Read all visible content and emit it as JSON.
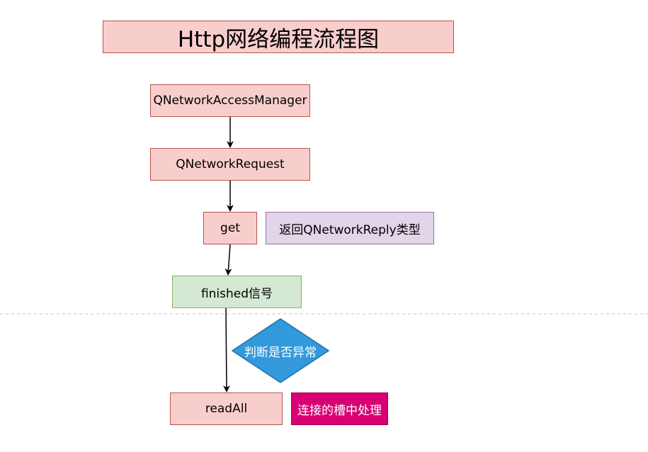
{
  "title": "Http网络编程流程图",
  "nodes": {
    "manager": "QNetworkAccessManager",
    "request": "QNetworkRequest",
    "get": "get",
    "reply_note": "返回QNetworkReply类型",
    "finished": "finished信号",
    "decision": "判断是否异常",
    "readall": "readAll",
    "slot_note": "连接的槽中处理"
  },
  "colors": {
    "pink_fill": "#f8cecc",
    "pink_stroke": "#b85450",
    "green_fill": "#d5e8d4",
    "green_stroke": "#82b366",
    "purple_fill": "#e1d5e7",
    "purple_stroke": "#9673a6",
    "blue_fill": "#3399dd",
    "blue_stroke": "#2171a8",
    "magenta_fill": "#d80073"
  }
}
